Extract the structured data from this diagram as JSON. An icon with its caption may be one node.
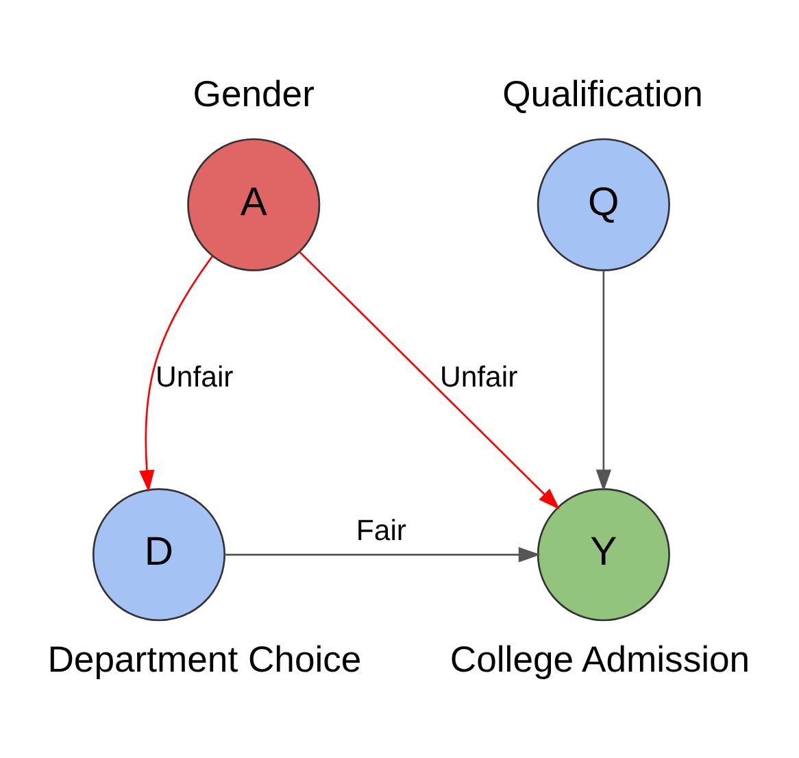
{
  "diagram": {
    "nodes": [
      {
        "text": [
          "A"
        ],
        "beside": [
          "Gender"
        ]
      },
      {
        "text": [
          "Q"
        ],
        "beside": [
          "Qualification"
        ]
      },
      {
        "text": [
          "D"
        ],
        "beside": [
          "Department Choice"
        ]
      },
      {
        "text": [
          "Y"
        ],
        "beside": [
          "College Admission"
        ]
      }
    ],
    "edges": [
      {
        "from": 0,
        "to": 2,
        "arrow": "to",
        "label": "Unfair",
        "color": "#ff0000"
      },
      {
        "from": 0,
        "to": 3,
        "arrow": "to",
        "label": "Unfair",
        "color": "#ff0000"
      },
      {
        "from": 1,
        "to": 3,
        "arrow": "to",
        "color": "#555555"
      },
      {
        "from": 2,
        "to": 3,
        "arrow": "to",
        "label": "Fair",
        "color": "#555555"
      }
    ]
  }
}
